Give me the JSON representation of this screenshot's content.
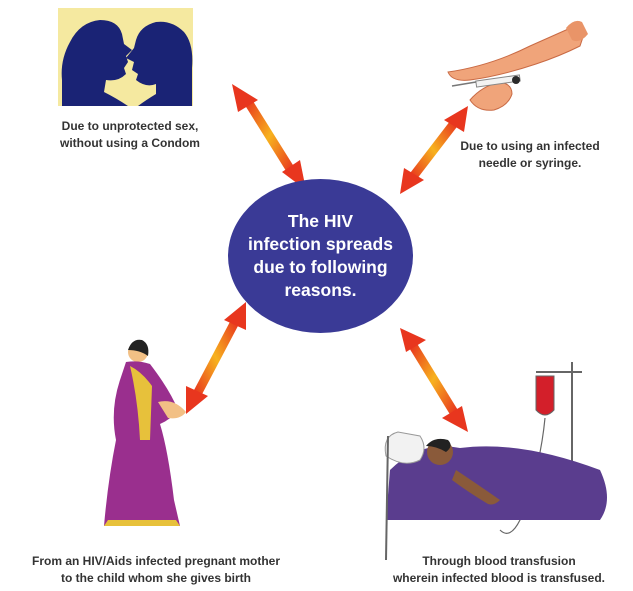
{
  "center": {
    "lines": [
      "The HIV",
      "infection spreads",
      "due to following",
      "reasons."
    ],
    "color": "#3a3a96"
  },
  "causes": [
    {
      "id": "sex",
      "icon": "couple-silhouette-icon",
      "lines": [
        "Due to unprotected sex,",
        "without using a Condom"
      ]
    },
    {
      "id": "needle",
      "icon": "syringe-injection-icon",
      "lines": [
        "Due to using an infected",
        "needle or syringe."
      ]
    },
    {
      "id": "mother",
      "icon": "pregnant-mother-icon",
      "lines": [
        "From an HIV/Aids infected pregnant mother",
        "to the child whom she gives birth"
      ]
    },
    {
      "id": "blood",
      "icon": "blood-transfusion-icon",
      "lines": [
        "Through blood transfusion",
        "wherein infected blood is transfused."
      ]
    }
  ],
  "colors": {
    "arrow_start": "#f7b21e",
    "arrow_end": "#e8361e",
    "silhouette_bg": "#f5e9a0",
    "silhouette": "#1a2375",
    "saree": "#9a2f8e",
    "blanket": "#5a3d8e"
  }
}
